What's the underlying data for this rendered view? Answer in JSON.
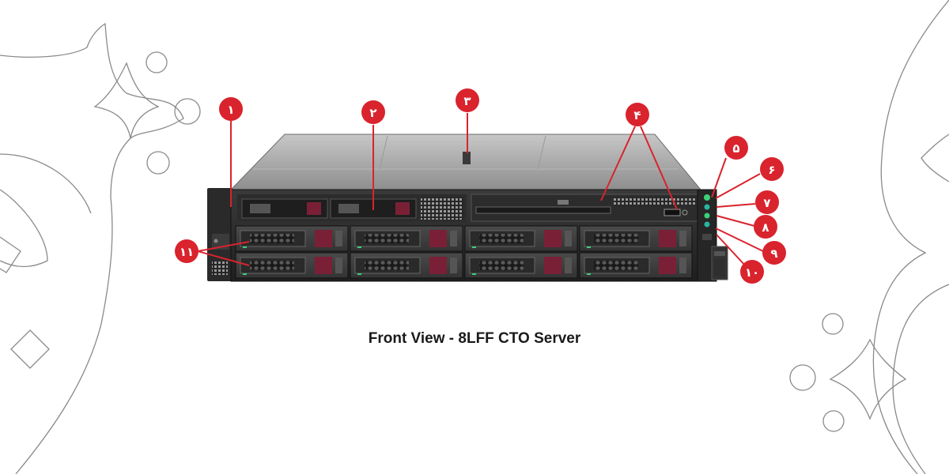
{
  "caption": "Front View - 8LFF CTO Server",
  "colors": {
    "marker": "#d9232d",
    "chassis_dark": "#2b2b2b",
    "chassis_top": "#a9a9a9",
    "drive_latch": "#7a2036",
    "led_green": "#3ad17a",
    "led_teal": "#2bb5a0",
    "decor_line": "#8a8a8a"
  },
  "markers": [
    {
      "id": "1",
      "label": "۱"
    },
    {
      "id": "2",
      "label": "۲"
    },
    {
      "id": "3",
      "label": "۳"
    },
    {
      "id": "4",
      "label": "۴"
    },
    {
      "id": "5",
      "label": "۵"
    },
    {
      "id": "6",
      "label": "۶"
    },
    {
      "id": "7",
      "label": "۷"
    },
    {
      "id": "8",
      "label": "۸"
    },
    {
      "id": "9",
      "label": "۹"
    },
    {
      "id": "10",
      "label": "۱۰"
    },
    {
      "id": "11",
      "label": "۱۱"
    }
  ],
  "drive_bays": {
    "rows": 2,
    "columns": 4
  },
  "icons": [
    "power-button-icon",
    "uid-button-icon",
    "health-led-icon",
    "nic-led-icon"
  ]
}
